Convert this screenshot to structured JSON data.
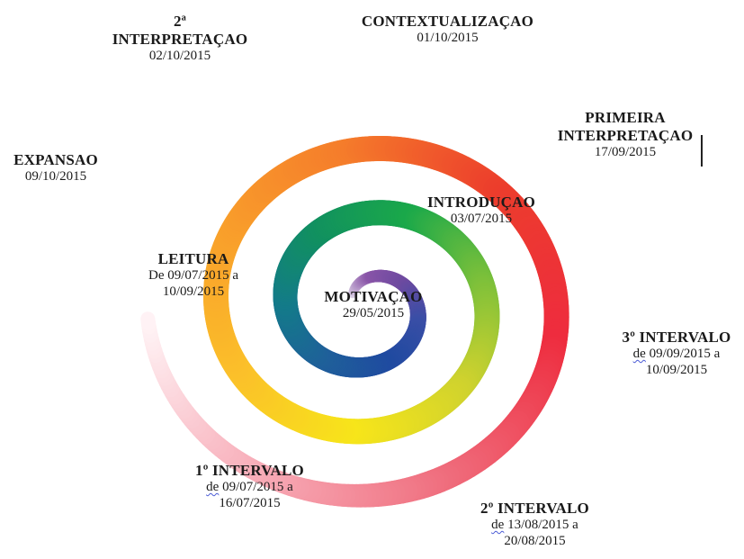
{
  "stages": [
    {
      "id": "motivacao",
      "title": "MOTIVAÇAO",
      "date_prefix": "",
      "date": "29/05/2015",
      "date_suffix": ""
    },
    {
      "id": "introducao",
      "title": "INTRODUÇAO",
      "date_prefix": "",
      "date": "03/07/2015",
      "date_suffix": ""
    },
    {
      "id": "leitura",
      "title": "LEITURA",
      "date_prefix": "De",
      "date": "09/07/2015 a",
      "date_suffix": "10/09/2015"
    },
    {
      "id": "intervalo1",
      "title": "1º INTERVALO",
      "date_prefix": "de",
      "date": "09/07/2015 a",
      "date_suffix": "16/07/2015"
    },
    {
      "id": "intervalo2",
      "title": "2º INTERVALO",
      "date_prefix": "de",
      "date": "13/08/2015 a",
      "date_suffix": "20/08/2015"
    },
    {
      "id": "intervalo3",
      "title": "3º INTERVALO",
      "date_prefix": "de",
      "date": "09/09/2015 a",
      "date_suffix": "10/09/2015"
    },
    {
      "id": "primeira",
      "title": "PRIMEIRA",
      "title2": "INTERPRETAÇAO",
      "date_prefix": "",
      "date": "17/09/2015",
      "date_suffix": ""
    },
    {
      "id": "contextualizacao",
      "title": "CONTEXTUALIZAÇAO",
      "date_prefix": "",
      "date": "01/10/2015",
      "date_suffix": ""
    },
    {
      "id": "segunda",
      "title": "2ª",
      "title2": "INTERPRETAÇAO",
      "date_prefix": "",
      "date": "02/10/2015",
      "date_suffix": ""
    },
    {
      "id": "expansao",
      "title": "EXPANSAO",
      "date_prefix": "",
      "date": "09/10/2015",
      "date_suffix": ""
    }
  ],
  "colors": {
    "spiral_gradient": [
      "#ddd4e6",
      "#8a55a8",
      "#6e4aa0",
      "#3a4ea6",
      "#1f4aa0",
      "#1f5f9a",
      "#137a8a",
      "#119060",
      "#1aa84a",
      "#7cc03a",
      "#cfd22e",
      "#f7e51a",
      "#fbc02a",
      "#f9a12b",
      "#f57d2b",
      "#ec3d2c",
      "#ee2c3e",
      "#ef6a7a",
      "#f7aab6",
      "#fff4f6"
    ],
    "text": "#1a1a1a",
    "spellcheck_squiggle": "#4a5bd6"
  }
}
